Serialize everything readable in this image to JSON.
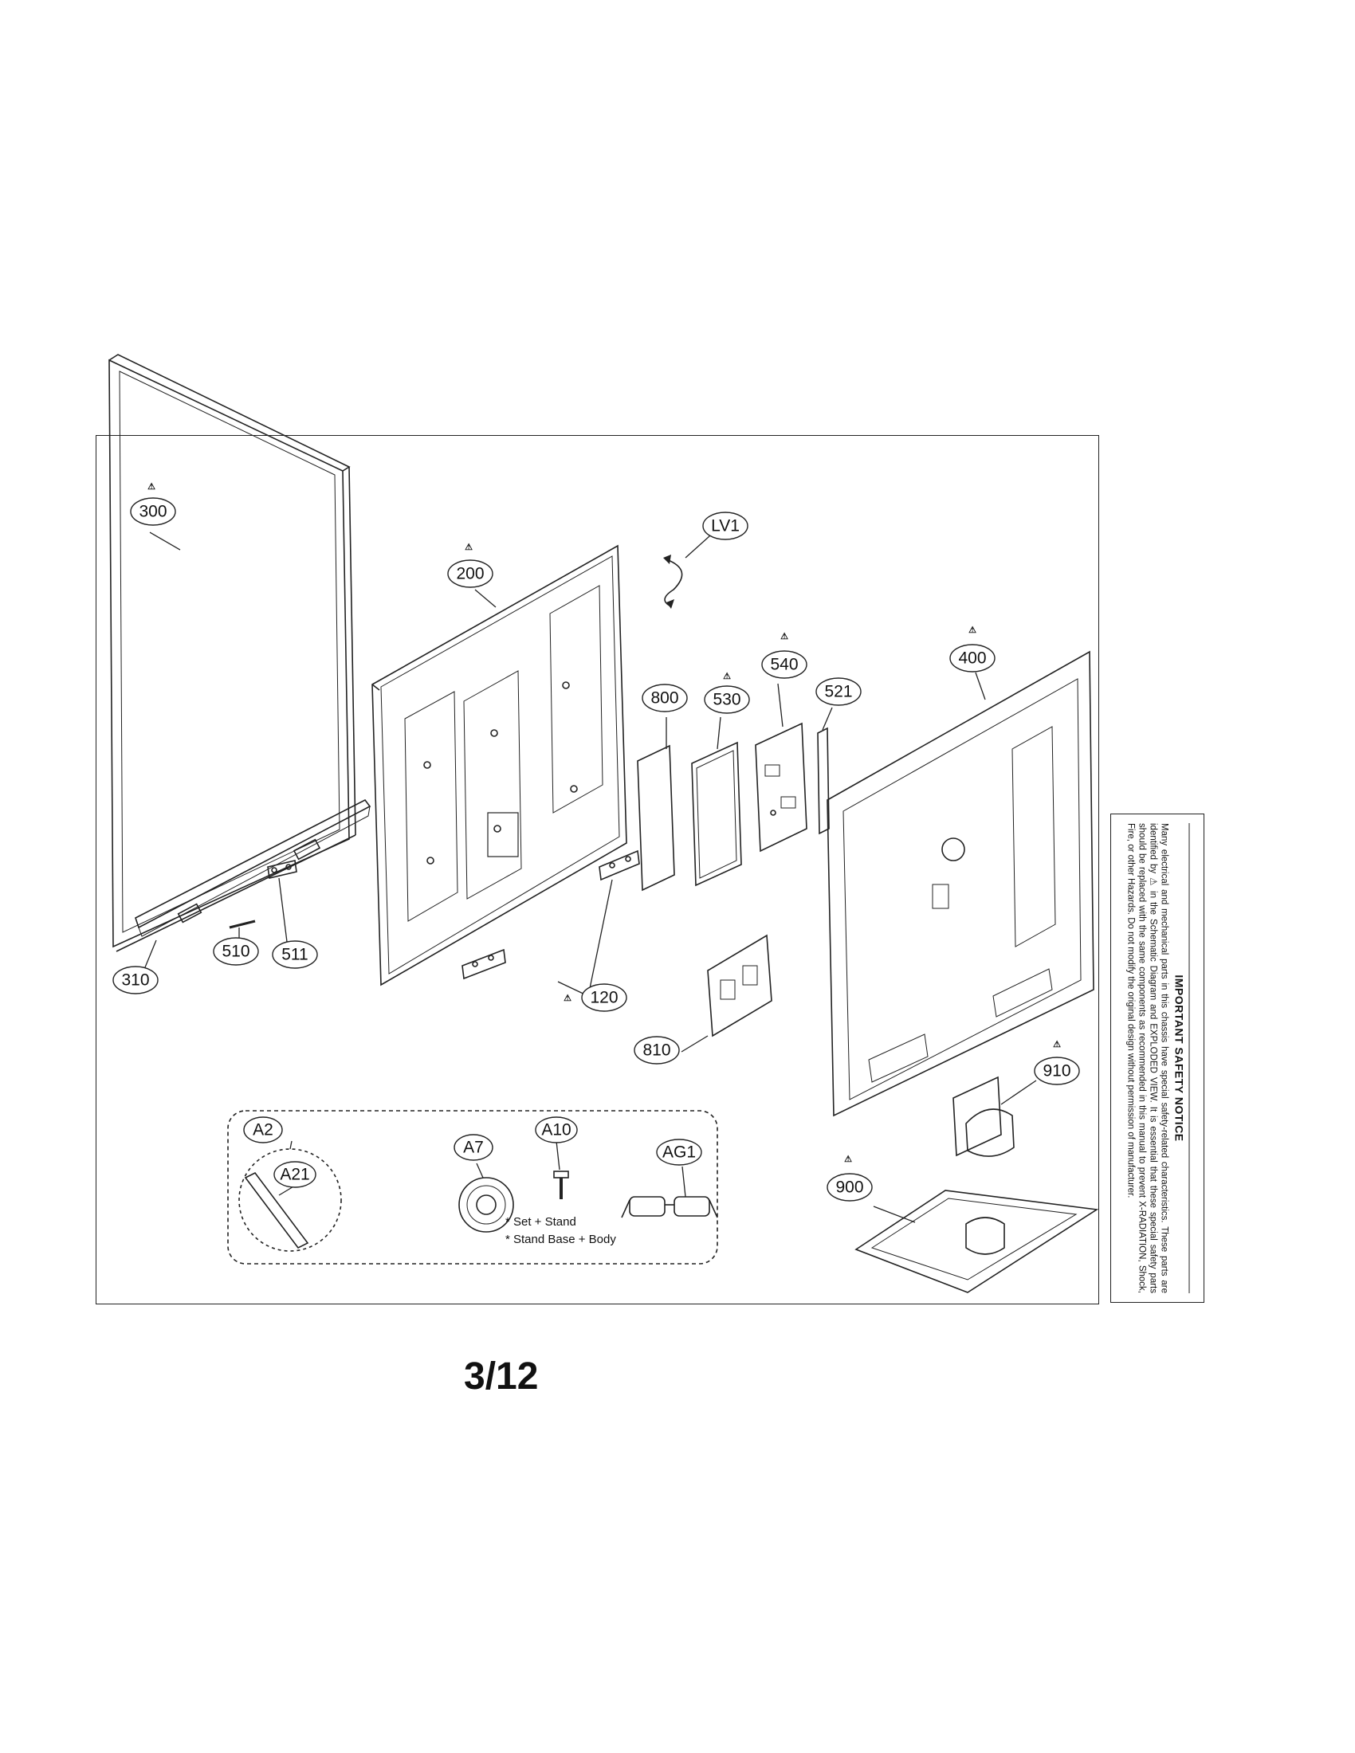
{
  "diagram": {
    "callouts": [
      {
        "id": "300",
        "label": "300",
        "warning": true
      },
      {
        "id": "310",
        "label": "310",
        "warning": false
      },
      {
        "id": "510",
        "label": "510",
        "warning": false
      },
      {
        "id": "511",
        "label": "511",
        "warning": false
      },
      {
        "id": "200",
        "label": "200",
        "warning": true
      },
      {
        "id": "LV1",
        "label": "LV1",
        "warning": false
      },
      {
        "id": "120",
        "label": "120",
        "warning": true
      },
      {
        "id": "800",
        "label": "800",
        "warning": false
      },
      {
        "id": "530",
        "label": "530",
        "warning": true
      },
      {
        "id": "540",
        "label": "540",
        "warning": true
      },
      {
        "id": "521",
        "label": "521",
        "warning": false
      },
      {
        "id": "400",
        "label": "400",
        "warning": true
      },
      {
        "id": "810",
        "label": "810",
        "warning": false
      },
      {
        "id": "910",
        "label": "910",
        "warning": true
      },
      {
        "id": "900",
        "label": "900",
        "warning": true
      },
      {
        "id": "A2",
        "label": "A2",
        "warning": false
      },
      {
        "id": "A21",
        "label": "A21",
        "warning": false
      },
      {
        "id": "A7",
        "label": "A7",
        "warning": false
      },
      {
        "id": "A10",
        "label": "A10",
        "warning": false
      },
      {
        "id": "AG1",
        "label": "AG1",
        "warning": false
      }
    ],
    "accessory_notes": [
      "* Set + Stand",
      "* Stand Base + Body"
    ]
  },
  "notice": {
    "title": "IMPORTANT SAFETY NOTICE",
    "body": "Many electrical and mechanical parts in this chassis have special safety-related characteristics. These parts are identified by ⚠ in the Schematic Diagram and EXPLODED VIEW. It is essential that these special safety parts should be replaced with the same components as recommended in this manual to prevent X-RADIATION, Shock, Fire, or other Hazards. Do not modify the original design without permission of manufacturer."
  },
  "page": {
    "number": "3/12"
  }
}
